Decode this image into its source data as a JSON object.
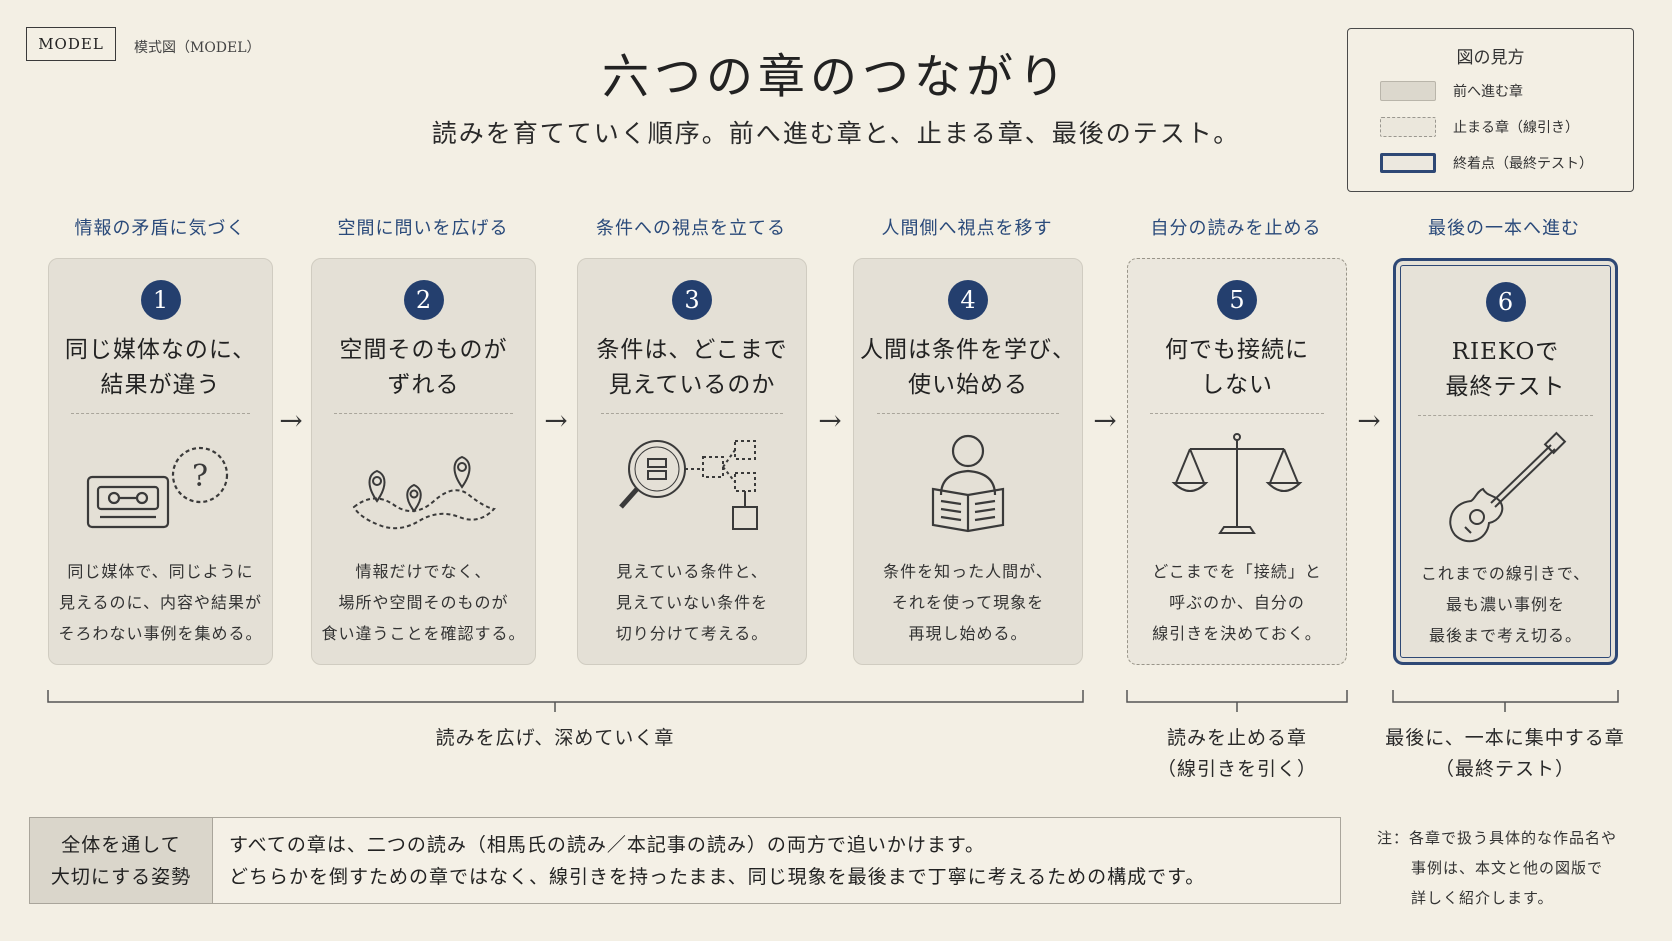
{
  "badge": "MODEL",
  "badge_caption": "模式図（MODEL）",
  "title": "六つの章のつながり",
  "subtitle": "読みを育てていく順序。前へ進む章と、止まる章、最後のテスト。",
  "legend": {
    "title": "図の見方",
    "items": [
      {
        "label": "前へ進む章"
      },
      {
        "label": "止まる章（線引き）"
      },
      {
        "label": "終着点（最終テスト）"
      }
    ]
  },
  "chapters": [
    {
      "number": "1",
      "heading": "情報の矛盾に気づく",
      "title_lines": [
        "同じ媒体なのに、",
        "結果が違う"
      ],
      "icon": "cassette-question-icon",
      "desc_lines": [
        "同じ媒体で、同じように",
        "見えるのに、内容や結果が",
        "そろわない事例を集める。"
      ]
    },
    {
      "number": "2",
      "heading": "空間に問いを広げる",
      "title_lines": [
        "空間そのものが",
        "ずれる"
      ],
      "icon": "map-pins-icon",
      "desc_lines": [
        "情報だけでなく、",
        "場所や空間そのものが",
        "食い違うことを確認する。"
      ]
    },
    {
      "number": "3",
      "heading": "条件への視点を立てる",
      "title_lines": [
        "条件は、どこまで",
        "見えているのか"
      ],
      "icon": "magnifier-flow-icon",
      "desc_lines": [
        "見えている条件と、",
        "見えていない条件を",
        "切り分けて考える。"
      ]
    },
    {
      "number": "4",
      "heading": "人間側へ視点を移す",
      "title_lines": [
        "人間は条件を学び、",
        "使い始める"
      ],
      "icon": "person-reading-icon",
      "desc_lines": [
        "条件を知った人間が、",
        "それを使って現象を",
        "再現し始める。"
      ]
    },
    {
      "number": "5",
      "heading": "自分の読みを止める",
      "title_lines": [
        "何でも接続に",
        "しない"
      ],
      "icon": "balance-scale-icon",
      "desc_lines": [
        "どこまでを「接続」と",
        "呼ぶのか、自分の",
        "線引きを決めておく。"
      ]
    },
    {
      "number": "6",
      "heading": "最後の一本へ進む",
      "title_lines": [
        "RIEKOで",
        "最終テスト"
      ],
      "icon": "guitar-icon",
      "desc_lines": [
        "これまでの線引きで、",
        "最も濃い事例を",
        "最後まで考え切る。"
      ]
    }
  ],
  "groups": [
    {
      "lines": [
        "読みを広げ、深めていく章"
      ]
    },
    {
      "lines": [
        "読みを止める章",
        "（線引きを引く）"
      ]
    },
    {
      "lines": [
        "最後に、一本に集中する章",
        "（最終テスト）"
      ]
    }
  ],
  "bottom": {
    "label_lines": [
      "全体を通して",
      "大切にする姿勢"
    ],
    "text_lines": [
      "すべての章は、二つの読み（相馬氏の読み／本記事の読み）の両方で追いかけます。",
      "どちらかを倒すための章ではなく、線引きを持ったまま、同じ現象を最後まで丁寧に考えるための構成です。"
    ]
  },
  "note_lines": [
    "注：各章で扱う具体的な作品名や",
    "事例は、本文と他の図版で",
    "詳しく紹介します。"
  ],
  "colors": {
    "accent": "#243f6e",
    "heading": "#2a4a7a",
    "card": "#e4e0d6",
    "background": "#f3efe4"
  }
}
